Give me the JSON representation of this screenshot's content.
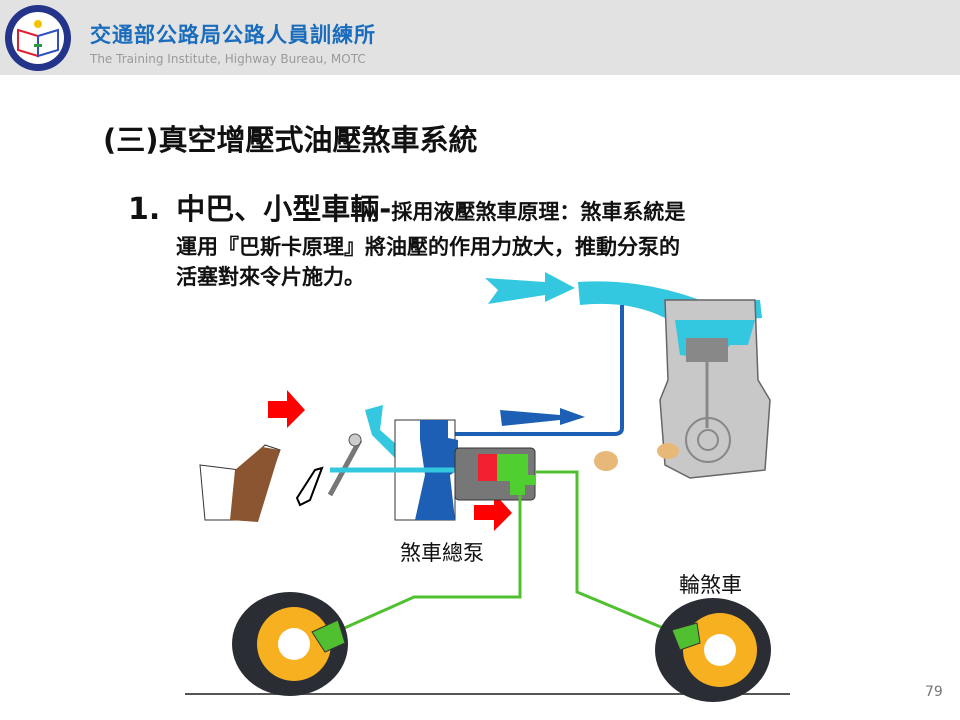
{
  "header": {
    "org_title": "交通部公路局公路人員訓練所",
    "org_subtitle": "The Training Institute, Highway Bureau,  MOTC",
    "colors": {
      "title": "#1a6dbd",
      "band": "#e2e2e2"
    }
  },
  "slide": {
    "heading": "(三)真空增壓式油壓煞車系統",
    "point_number": "1.",
    "point_lead": "中巴、小型車輛-",
    "point_rest": "採用液壓煞車原理：煞車系統是",
    "point_line2": "運用『巴斯卡原理』將油壓的作用力放大，推動分泵的",
    "point_line3": "活塞對來令片施力。"
  },
  "diagram": {
    "label_master_cylinder": "煞車總泵",
    "label_wheel_brake": "輪煞車"
  },
  "page_number": "79"
}
